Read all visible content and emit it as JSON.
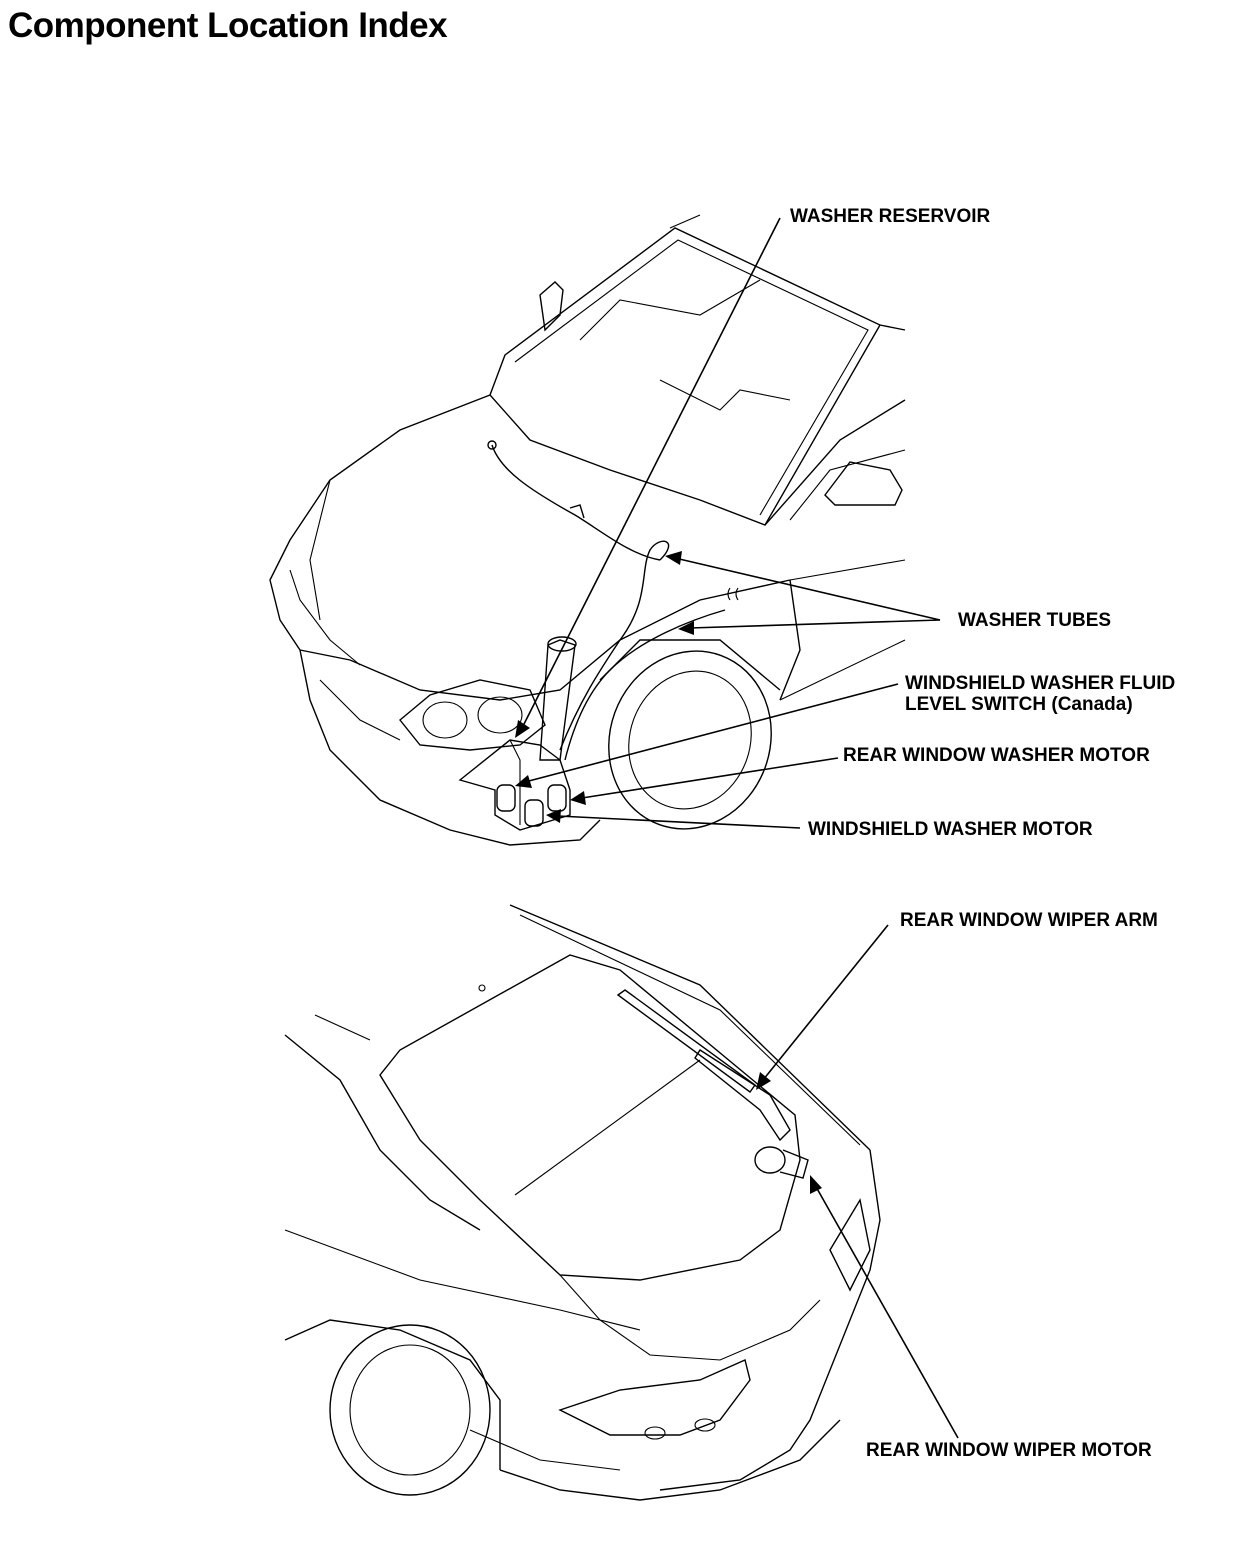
{
  "title": "Component Location Index",
  "labels": {
    "washer_reservoir": "WASHER RESERVOIR",
    "washer_tubes": "WASHER TUBES",
    "fluid_level_switch_line1": "WINDSHIELD WASHER FLUID",
    "fluid_level_switch_line2": "LEVEL SWITCH (Canada)",
    "rear_window_washer_motor": "REAR WINDOW WASHER MOTOR",
    "windshield_washer_motor": "WINDSHIELD WASHER MOTOR",
    "rear_window_wiper_arm": "REAR WINDOW WIPER ARM",
    "rear_window_wiper_motor": "REAR WINDOW WIPER MOTOR"
  }
}
